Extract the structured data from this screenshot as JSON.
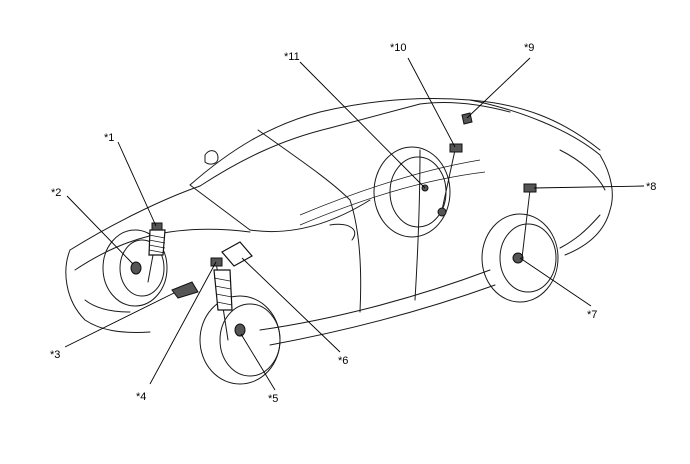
{
  "callouts": [
    {
      "id": "1",
      "text": "*1"
    },
    {
      "id": "2",
      "text": "*2"
    },
    {
      "id": "3",
      "text": "*3"
    },
    {
      "id": "4",
      "text": "*4"
    },
    {
      "id": "5",
      "text": "*5"
    },
    {
      "id": "6",
      "text": "*6"
    },
    {
      "id": "7",
      "text": "*7"
    },
    {
      "id": "8",
      "text": "*8"
    },
    {
      "id": "9",
      "text": "*9"
    },
    {
      "id": "10",
      "text": "*10"
    },
    {
      "id": "11",
      "text": "*11"
    }
  ]
}
